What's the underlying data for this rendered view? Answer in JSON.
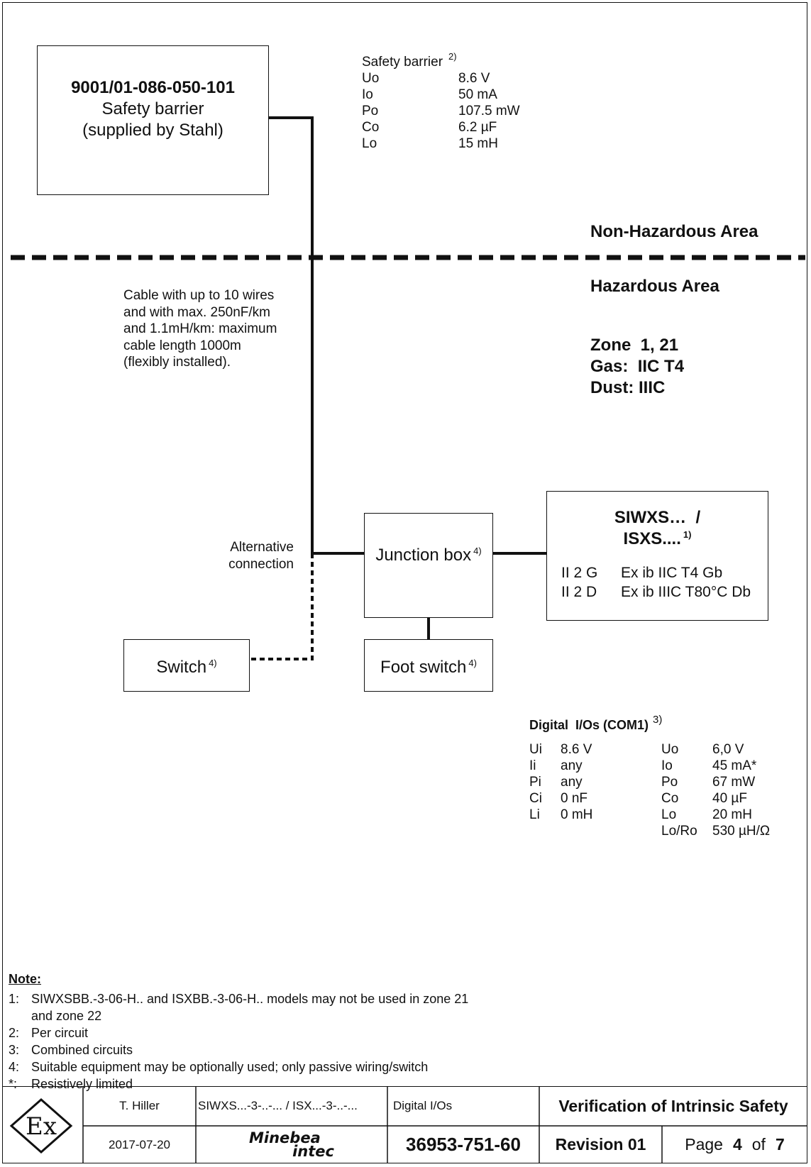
{
  "barrier_box": {
    "part_number": "9001/01-086-050-101",
    "line2": "Safety barrier",
    "line3": "(supplied by Stahl)"
  },
  "barrier_params": {
    "title": "Safety barrier",
    "note_ref": "2)",
    "rows": [
      {
        "name": "Uo",
        "value": "8.6 V"
      },
      {
        "name": "Io",
        "value": "50 mA"
      },
      {
        "name": "Po",
        "value": "107.5 mW"
      },
      {
        "name": "Co",
        "value": "6.2 µF"
      },
      {
        "name": "Lo",
        "value": "15 mH"
      }
    ]
  },
  "areas": {
    "non_hazardous": "Non-Hazardous Area",
    "hazardous": "Hazardous Area",
    "zone": "Zone  1, 21",
    "gas": "Gas:  IIC T4",
    "dust": "Dust: IIIC"
  },
  "cable_note": [
    "Cable with up to 10 wires",
    "and with max. 250nF/km",
    "and 1.1mH/km: maximum",
    "cable length 1000m",
    "(flexibly installed)."
  ],
  "alt_connection": [
    "Alternative",
    "connection"
  ],
  "junction_box": {
    "label": "Junction box",
    "note_ref": "4)"
  },
  "switch_box": {
    "label": "Switch",
    "note_ref": "4)"
  },
  "foot_switch_box": {
    "label": "Foot switch",
    "note_ref": "4)"
  },
  "device_box": {
    "line1": "SIWXS…  /",
    "line2": "ISXS....",
    "note_ref": "1)",
    "marking1_group": "II 2 G",
    "marking1_prot": "Ex ib IIC T4 Gb",
    "marking2_group": "II 2 D",
    "marking2_prot": "Ex ib IIIC T80°C Db"
  },
  "digital_ios": {
    "title": "Digital  I/Os (COM1)",
    "note_ref": "3)",
    "inputs": [
      {
        "name": "Ui",
        "value": "8.6 V"
      },
      {
        "name": "Ii",
        "value": "any"
      },
      {
        "name": "Pi",
        "value": "any"
      },
      {
        "name": "Ci",
        "value": "0 nF"
      },
      {
        "name": "Li",
        "value": "0 mH"
      }
    ],
    "outputs": [
      {
        "name": "Uo",
        "value": "6,0 V"
      },
      {
        "name": "Io",
        "value": "45 mA*"
      },
      {
        "name": "Po",
        "value": "67 mW"
      },
      {
        "name": "Co",
        "value": "40 µF"
      },
      {
        "name": "Lo",
        "value": "20 mH"
      },
      {
        "name": "Lo/Ro",
        "value": "530 µH/Ω"
      }
    ]
  },
  "notes": {
    "heading": "Note:",
    "items": [
      {
        "key": "1:",
        "text": "SIWXSBB.-3-06-H.. and  ISXBB.-3-06-H.. models may not be used in zone 21"
      },
      {
        "key": "",
        "text": "and zone 22"
      },
      {
        "key": "2:",
        "text": "Per circuit"
      },
      {
        "key": "3:",
        "text": "Combined circuits"
      },
      {
        "key": "4:",
        "text": "Suitable equipment may be optionally used; only passive wiring/switch"
      },
      {
        "key": "*:",
        "text": "Resistively limited"
      }
    ]
  },
  "footer": {
    "ex_logo": "Ex",
    "author": "T. Hiller",
    "models": "SIWXS...-3-..-... / ISX...-3-..-...",
    "subject": "Digital I/Os",
    "title": "Verification of Intrinsic Safety",
    "date": "2017-07-20",
    "company_line1": "Minebea",
    "company_line2": "intec",
    "doc_number": "36953-751-60",
    "revision": "Revision 01",
    "page_label": "Page",
    "page_num": "4",
    "of_label": "of",
    "page_total": "7"
  }
}
